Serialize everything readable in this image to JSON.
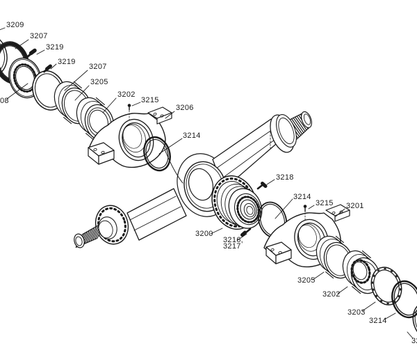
{
  "page": {
    "background": "#ffffff",
    "line_color": "#1a1a1a",
    "diagram_type": "exploded-parts-diagram"
  },
  "diagram": {
    "labels": [
      {
        "text": "3209"
      },
      {
        "text": "3207"
      },
      {
        "text": "3219"
      },
      {
        "text": "3219"
      },
      {
        "text": "3207"
      },
      {
        "text": "3205"
      },
      {
        "text": "3202"
      },
      {
        "text": "3215"
      },
      {
        "text": "3206"
      },
      {
        "text": "3214"
      },
      {
        "text": "3218"
      },
      {
        "text": "3214"
      },
      {
        "text": "3215"
      },
      {
        "text": "3201"
      },
      {
        "text": "3200"
      },
      {
        "text": "3216,"
      },
      {
        "text": "3217"
      },
      {
        "text": "3205"
      },
      {
        "text": "3202"
      },
      {
        "text": "3203"
      },
      {
        "text": "3214"
      },
      {
        "text": "08"
      },
      {
        "text": "32"
      }
    ]
  }
}
